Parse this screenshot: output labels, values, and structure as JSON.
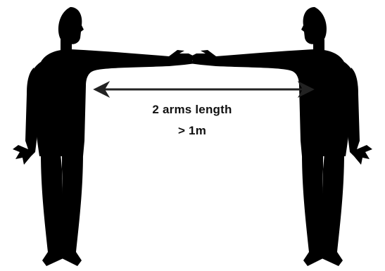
{
  "diagram": {
    "label_line1": "2 arms length",
    "label_line2": "> 1m",
    "colors": {
      "silhouette": "#000000",
      "arrow": "#222222",
      "text": "#111111",
      "background": "#ffffff"
    },
    "icons": [
      "person-silhouette",
      "double-headed-arrow"
    ]
  }
}
